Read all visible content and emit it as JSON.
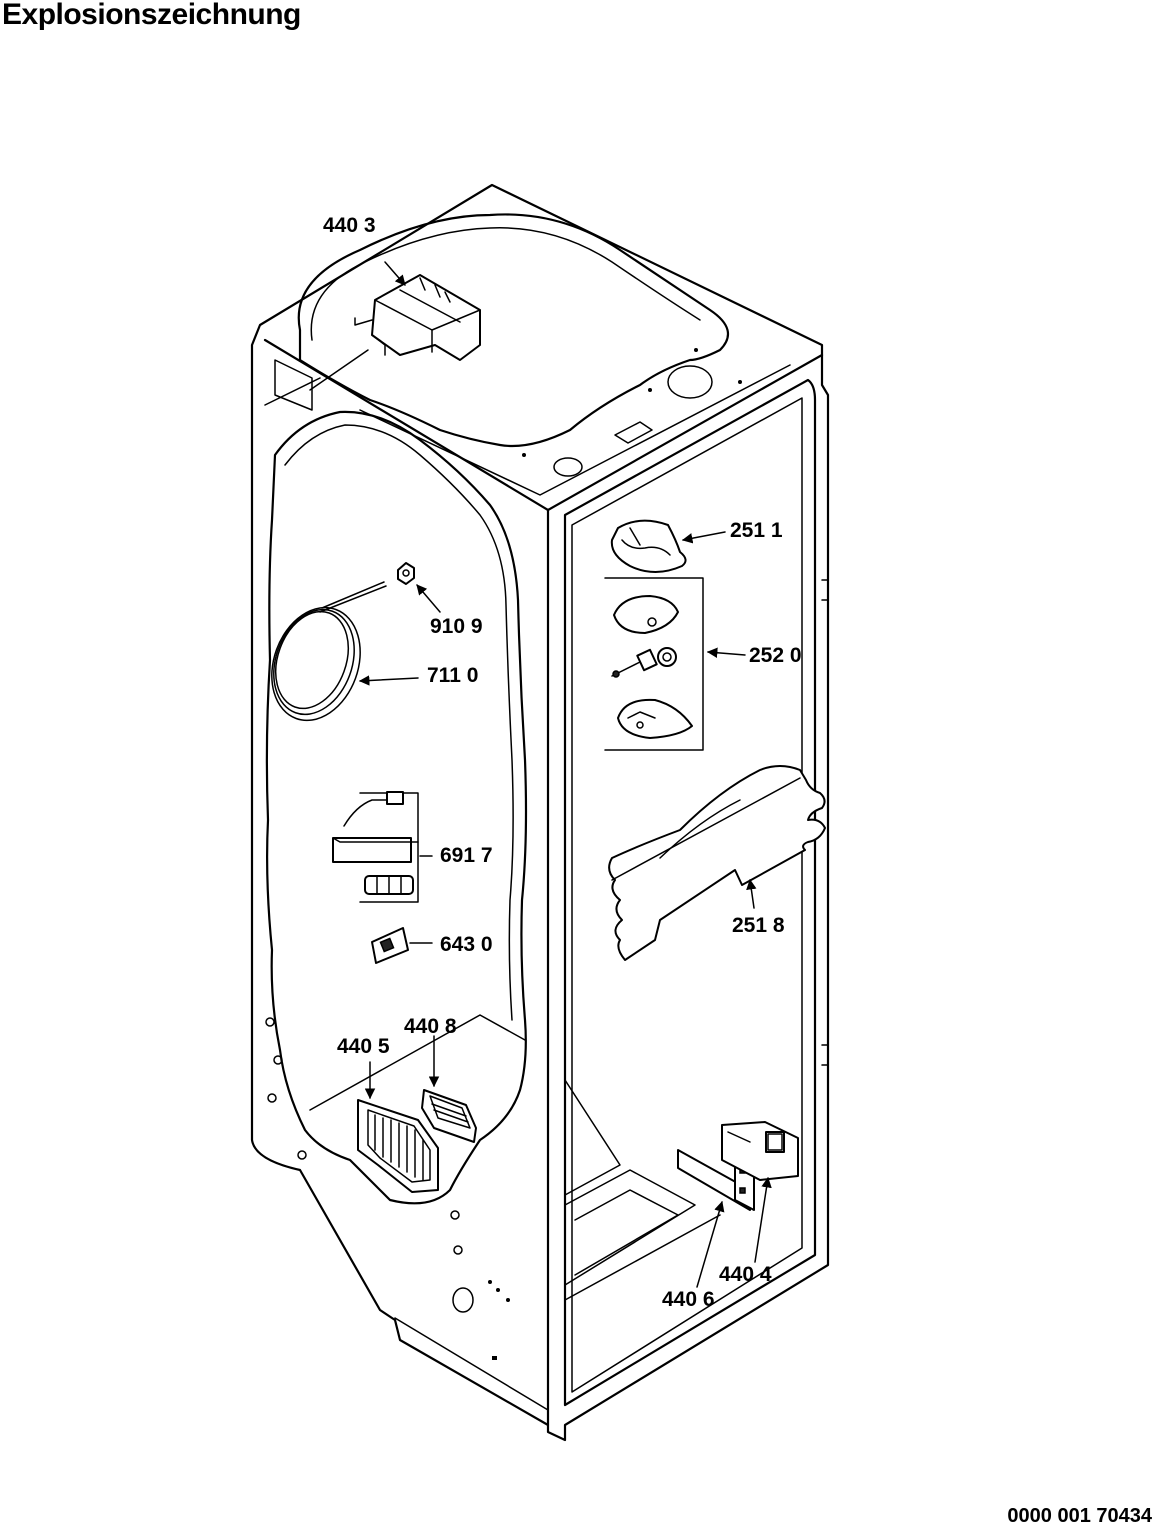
{
  "title": "Explosionszeichnung",
  "document_number": "0000 001 70434",
  "callouts": [
    {
      "id": "4403",
      "label": "440 3"
    },
    {
      "id": "2511",
      "label": "251 1"
    },
    {
      "id": "9109",
      "label": "910 9"
    },
    {
      "id": "2520",
      "label": "252 0"
    },
    {
      "id": "7110",
      "label": "711 0"
    },
    {
      "id": "6917",
      "label": "691 7"
    },
    {
      "id": "2518",
      "label": "251 8"
    },
    {
      "id": "6430",
      "label": "643 0"
    },
    {
      "id": "4408",
      "label": "440 8"
    },
    {
      "id": "4405",
      "label": "440 5"
    },
    {
      "id": "4404",
      "label": "440 4"
    },
    {
      "id": "4406",
      "label": "440 6"
    }
  ]
}
